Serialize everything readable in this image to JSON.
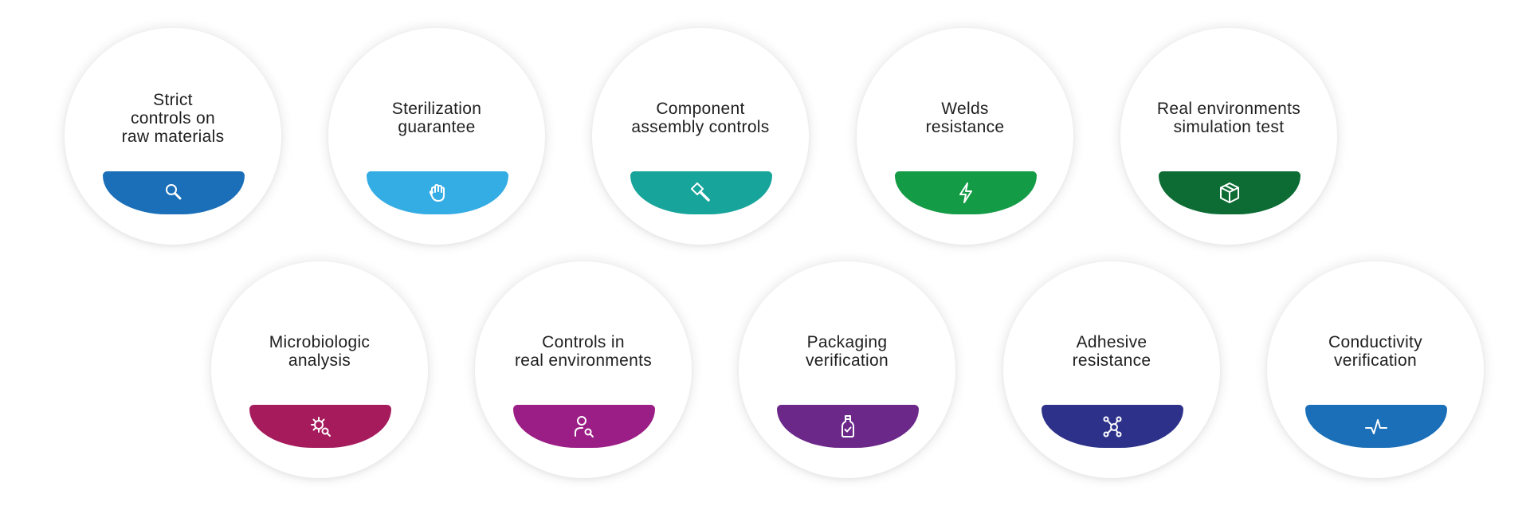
{
  "cards": [
    {
      "label": "Strict\ncontrols on\nraw materials",
      "color": "#1a6fb8",
      "icon": "search-icon"
    },
    {
      "label": "Sterilization\nguarantee",
      "color": "#34ace4",
      "icon": "hand-icon"
    },
    {
      "label": "Component\nassembly controls",
      "color": "#16a49b",
      "icon": "hammer-icon"
    },
    {
      "label": "Welds\nresistance",
      "color": "#139b45",
      "icon": "lightning-icon"
    },
    {
      "label": "Real environments\nsimulation test",
      "color": "#0c6c34",
      "icon": "box-icon"
    },
    {
      "label": "Microbiologic\nanalysis",
      "color": "#a51b5c",
      "icon": "virus-search-icon"
    },
    {
      "label": "Controls in\nreal environments",
      "color": "#9b1e86",
      "icon": "user-search-icon"
    },
    {
      "label": "Packaging\nverification",
      "color": "#6b2889",
      "icon": "bottle-check-icon"
    },
    {
      "label": "Adhesive\nresistance",
      "color": "#2d3189",
      "icon": "molecule-icon"
    },
    {
      "label": "Conductivity\nverification",
      "color": "#1a6fb8",
      "icon": "pulse-icon"
    }
  ]
}
